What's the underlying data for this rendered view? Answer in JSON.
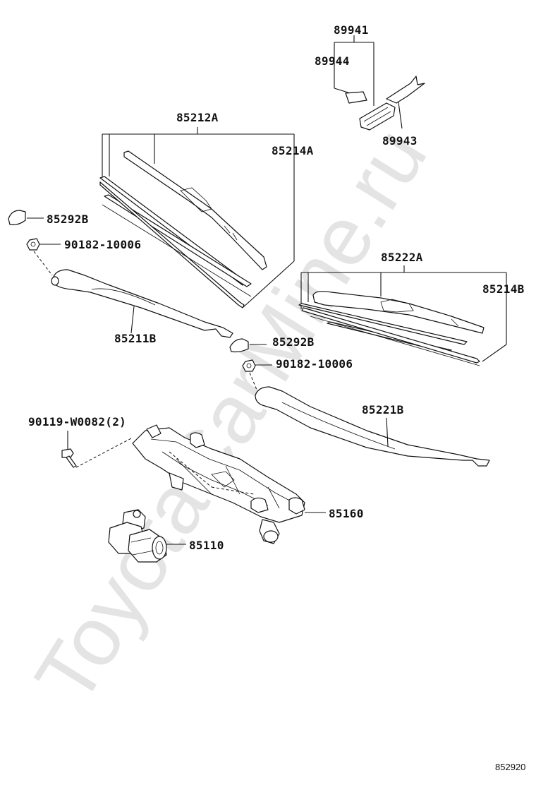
{
  "diagram": {
    "watermark": "ToyotaCarMine.ru",
    "figure_code": "852920",
    "labels": {
      "p89941": "89941",
      "p89944": "89944",
      "p89943": "89943",
      "p85212A": "85212A",
      "p85214A": "85214A",
      "p85292B_top": "85292B",
      "p90182_top": "90182-10006",
      "p85222A": "85222A",
      "p85214B": "85214B",
      "p85211B": "85211B",
      "p85292B_mid": "85292B",
      "p90182_mid": "90182-10006",
      "p85221B": "85221B",
      "p90119": "90119-W0082(2)",
      "p85160": "85160",
      "p85110": "85110"
    }
  }
}
